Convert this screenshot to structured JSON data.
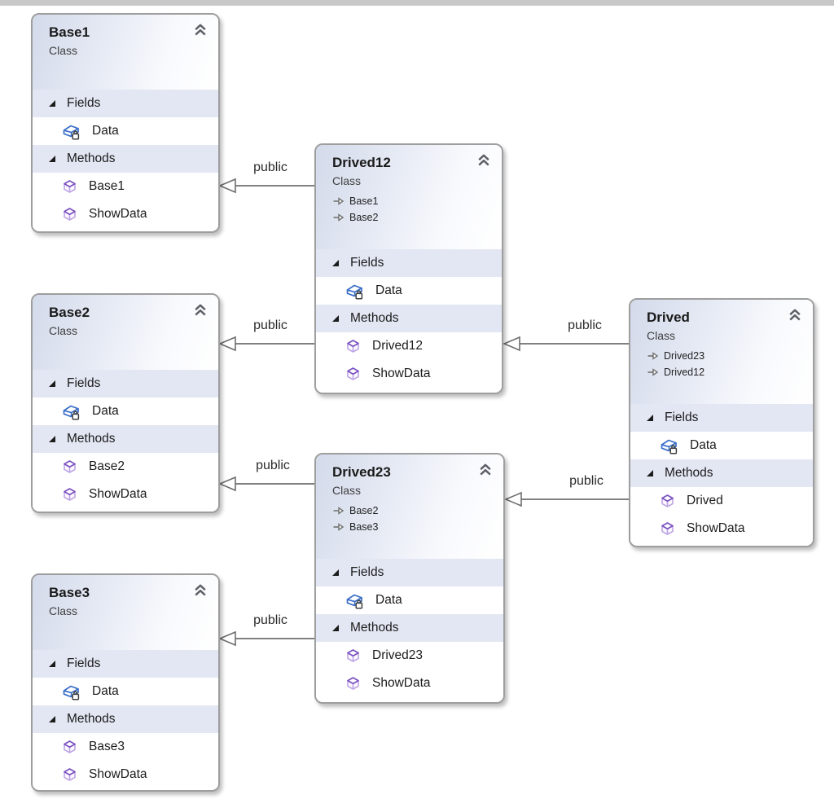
{
  "window": {
    "top_edge_color": "#c8c8c8"
  },
  "diagram": {
    "section_labels": {
      "fields": "Fields",
      "methods": "Methods"
    },
    "classes": [
      {
        "name": "Base1",
        "kind": "Class",
        "inherits": [],
        "fields": [
          "Data"
        ],
        "methods": [
          "Base1",
          "ShowData"
        ]
      },
      {
        "name": "Base2",
        "kind": "Class",
        "inherits": [],
        "fields": [
          "Data"
        ],
        "methods": [
          "Base2",
          "ShowData"
        ]
      },
      {
        "name": "Base3",
        "kind": "Class",
        "inherits": [],
        "fields": [
          "Data"
        ],
        "methods": [
          "Base3",
          "ShowData"
        ]
      },
      {
        "name": "Drived12",
        "kind": "Class",
        "inherits": [
          "Base1",
          "Base2"
        ],
        "fields": [
          "Data"
        ],
        "methods": [
          "Drived12",
          "ShowData"
        ]
      },
      {
        "name": "Drived23",
        "kind": "Class",
        "inherits": [
          "Base2",
          "Base3"
        ],
        "fields": [
          "Data"
        ],
        "methods": [
          "Drived23",
          "ShowData"
        ]
      },
      {
        "name": "Drived",
        "kind": "Class",
        "inherits": [
          "Drived23",
          "Drived12"
        ],
        "fields": [
          "Data"
        ],
        "methods": [
          "Drived",
          "ShowData"
        ]
      }
    ],
    "connectors": [
      {
        "label": "public",
        "from": "Drived12",
        "to": "Base1"
      },
      {
        "label": "public",
        "from": "Drived12",
        "to": "Base2"
      },
      {
        "label": "public",
        "from": "Drived",
        "to": "Drived12"
      },
      {
        "label": "public",
        "from": "Drived",
        "to": "Drived23"
      },
      {
        "label": "public",
        "from": "Drived23",
        "to": "Base2"
      },
      {
        "label": "public",
        "from": "Drived23",
        "to": "Base3"
      }
    ],
    "icons": {
      "collapse": "chevron-double-up",
      "expander": "filled-corner-triangle-expanded",
      "private_field": "box-with-lock",
      "method": "cube",
      "inherits": "open-right-arrow"
    },
    "colors": {
      "box_border": "#9e9e9e",
      "header_gradient_start": "#d3daea",
      "header_gradient_end": "#ffffff",
      "section_band": "#e3e7f3",
      "connector": "#6e6e6e",
      "field_icon_blue": "#3a6ec8",
      "method_icon_purple": "#7a4fc0",
      "text": "#1b1b1b"
    }
  }
}
